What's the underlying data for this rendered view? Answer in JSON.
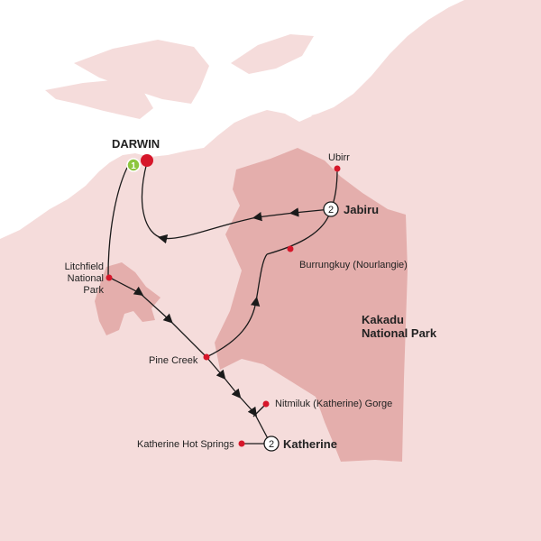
{
  "colors": {
    "water": "#ffffff",
    "land": "#f5dcdb",
    "park": "#e4aeac",
    "route": "#1a1a1a",
    "stop": "#d6162a",
    "start": "#8dc63f"
  },
  "cities": {
    "darwin": "DARWIN",
    "jabiru": "Jabiru",
    "katherine": "Katherine"
  },
  "places": {
    "ubirr": "Ubirr",
    "burrungkuy": "Burrungkuy (Nourlangie)",
    "litchfield": [
      "Litchfield",
      "National",
      "Park"
    ],
    "pine_creek": "Pine Creek",
    "nitmiluk": "Nitmiluk (Katherine) Gorge",
    "hot_springs": "Katherine Hot Springs"
  },
  "park_label": [
    "Kakadu",
    "National Park"
  ],
  "markers": {
    "start": "1",
    "jabiru_nights": "2",
    "katherine_nights": "2"
  }
}
